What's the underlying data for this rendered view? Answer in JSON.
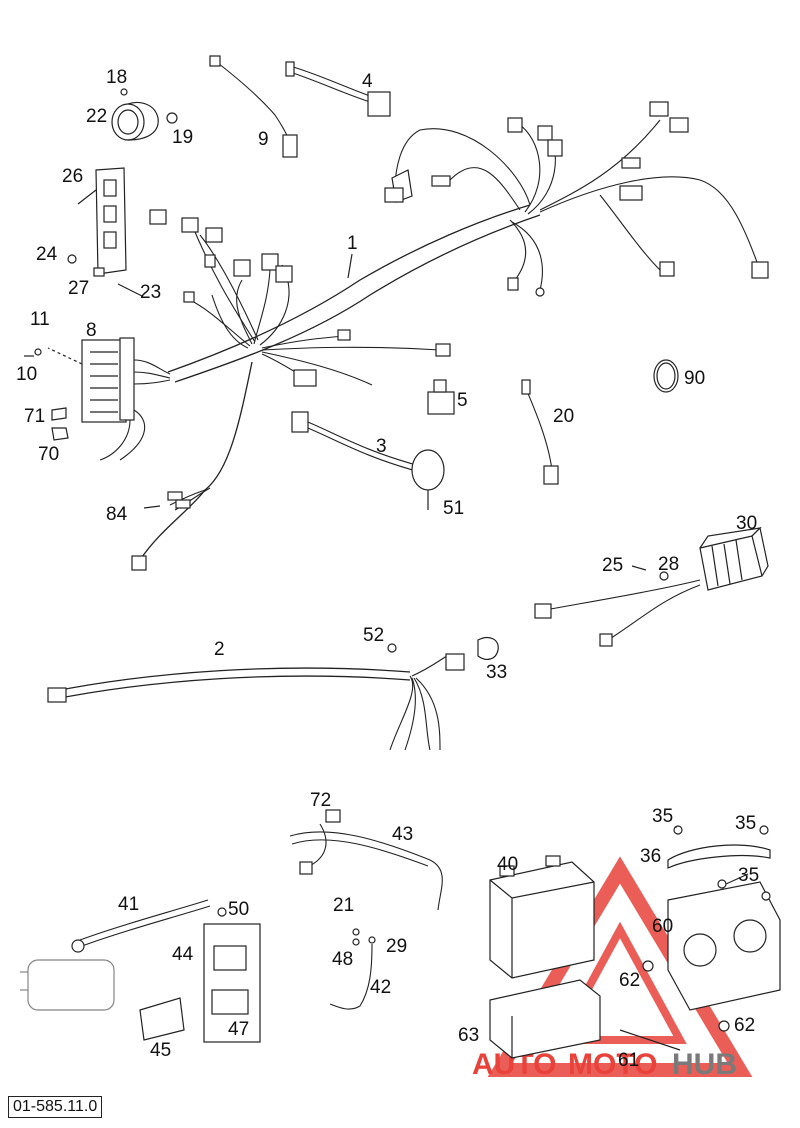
{
  "diagram": {
    "doc_code": "01-585.11.0",
    "watermark": {
      "text_auto": "AUTO",
      "text_moto": "MOTO",
      "text_hub": "HUB",
      "color_main": "#e8423a",
      "color_hub": "#7a7a7a"
    },
    "callouts": {
      "c1": "1",
      "c2": "2",
      "c3": "3",
      "c4": "4",
      "c5": "5",
      "c8": "8",
      "c9": "9",
      "c10": "10",
      "c11": "11",
      "c18": "18",
      "c19": "19",
      "c20": "20",
      "c21": "21",
      "c22": "22",
      "c23": "23",
      "c24": "24",
      "c25": "25",
      "c26": "26",
      "c27": "27",
      "c28": "28",
      "c29": "29",
      "c30": "30",
      "c33": "33",
      "c35a": "35",
      "c35b": "35",
      "c35c": "35",
      "c36": "36",
      "c40": "40",
      "c41": "41",
      "c42": "42",
      "c43": "43",
      "c44": "44",
      "c45": "45",
      "c47": "47",
      "c48": "48",
      "c50": "50",
      "c51": "51",
      "c52": "52",
      "c60": "60",
      "c61": "61",
      "c62a": "62",
      "c62b": "62",
      "c63": "63",
      "c70": "70",
      "c71": "71",
      "c72": "72",
      "c84": "84",
      "c90": "90"
    }
  }
}
